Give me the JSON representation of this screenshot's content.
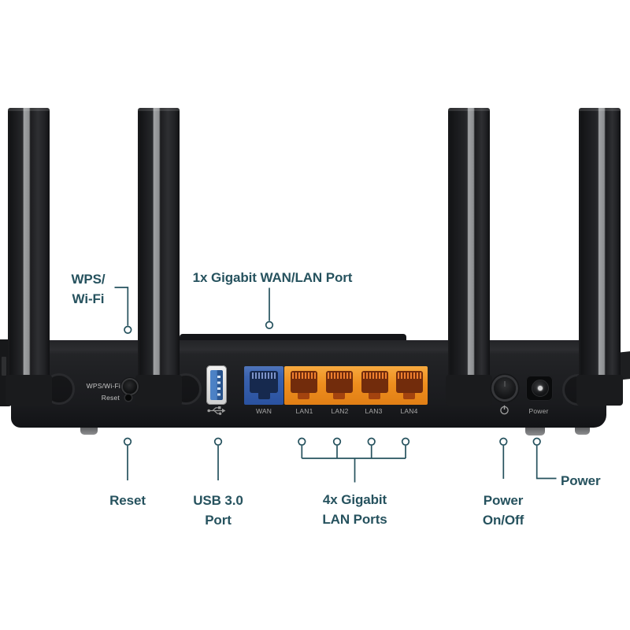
{
  "annotations": {
    "wps_wifi": {
      "line1": "WPS/",
      "line2": "Wi-Fi"
    },
    "wan": {
      "text": "1x Gigabit WAN/LAN Port"
    },
    "reset": {
      "text": "Reset"
    },
    "usb": {
      "line1": "USB 3.0",
      "line2": "Port"
    },
    "lan": {
      "line1": "4x Gigabit",
      "line2": "LAN Ports"
    },
    "power_switch": {
      "line1": "Power",
      "line2": "On/Off"
    },
    "power_jack": {
      "text": "Power"
    }
  },
  "rear_panel": {
    "wps_button_label": "WPS/Wi-Fi",
    "reset_label": "Reset",
    "wan_port_label": "WAN",
    "lan_port_labels": [
      "LAN1",
      "LAN2",
      "LAN3",
      "LAN4"
    ],
    "power_jack_label": "Power"
  },
  "icons": {
    "usb": "usb-trident-icon",
    "power": "power-symbol-icon"
  },
  "colors": {
    "annotation_teal": "#26525e",
    "wan_port_blue": "#2e56a4",
    "lan_port_orange": "#ee8e1e",
    "usb_inner_blue": "#4a80c4",
    "panel_label_gray": "#a8a8a8",
    "router_body": "#1d1e21",
    "background": "#ffffff"
  }
}
